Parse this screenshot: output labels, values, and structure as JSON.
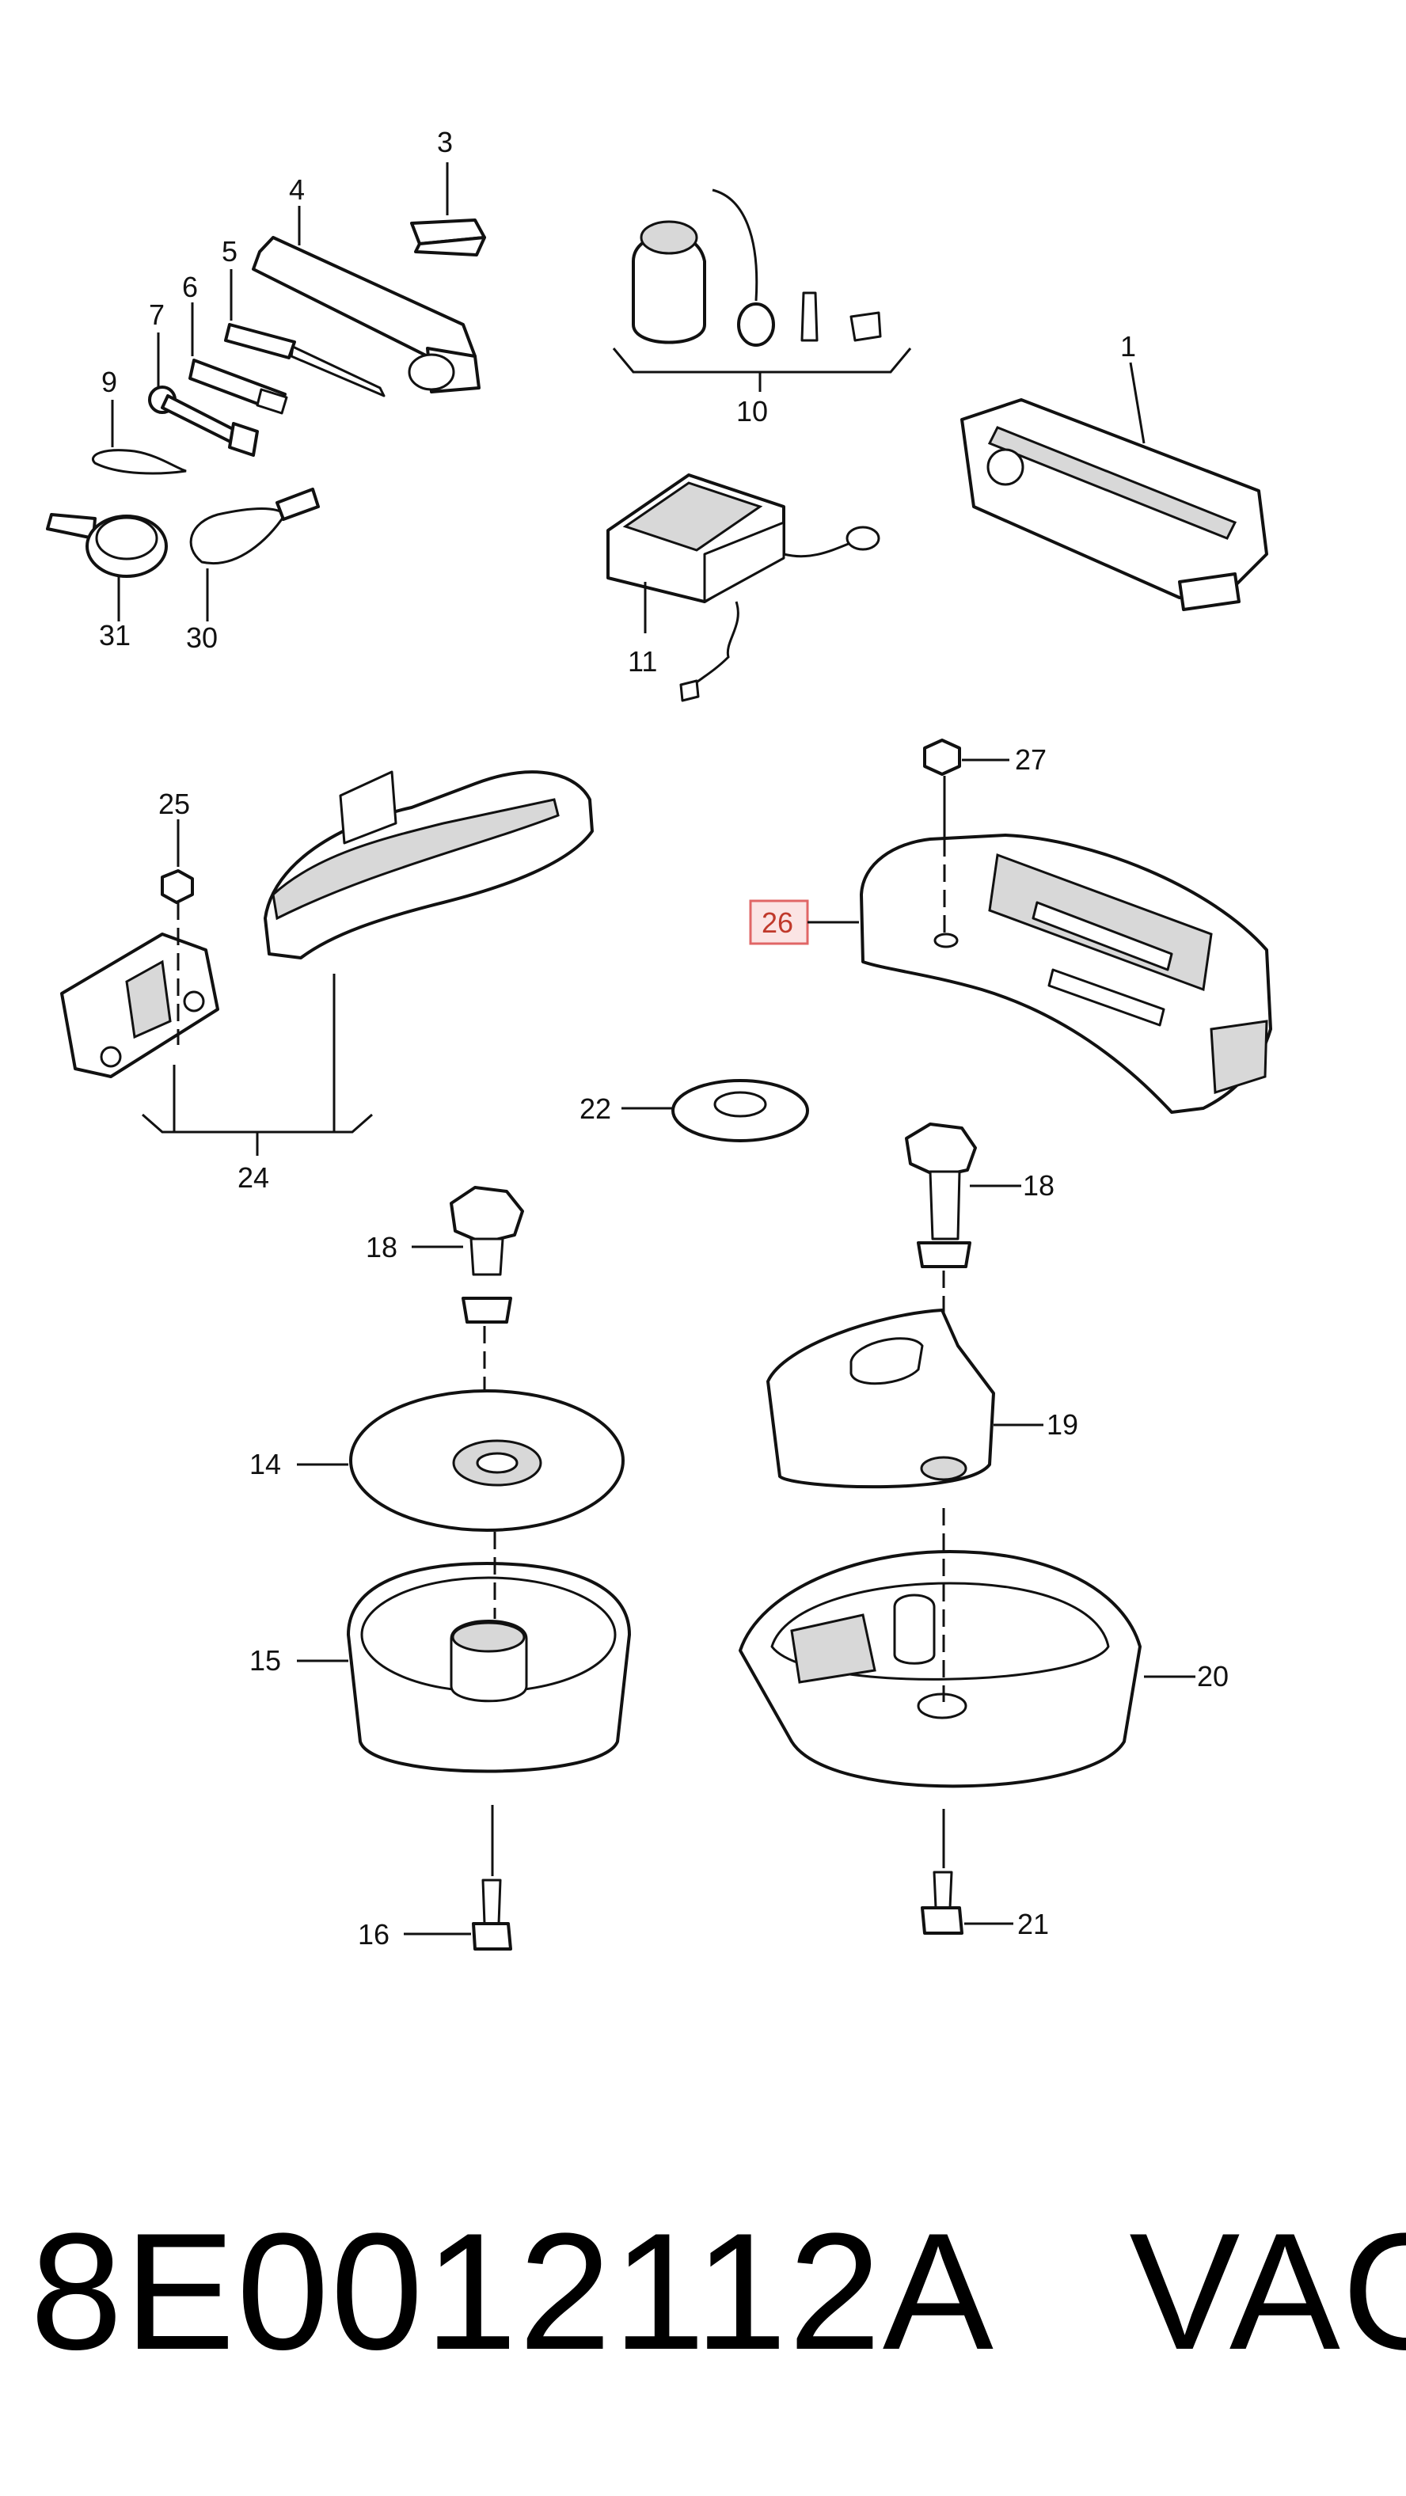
{
  "callouts": {
    "c1": "1",
    "c3": "3",
    "c4": "4",
    "c5": "5",
    "c6": "6",
    "c7": "7",
    "c9": "9",
    "c10": "10",
    "c11": "11",
    "c14": "14",
    "c15": "15",
    "c16": "16",
    "c18a": "18",
    "c18b": "18",
    "c19": "19",
    "c20": "20",
    "c21": "21",
    "c22": "22",
    "c24": "24",
    "c25": "25",
    "c26": "26",
    "c27": "27",
    "c30": "30",
    "c31": "31"
  },
  "highlight": {
    "part": "26",
    "color": "#e06666"
  },
  "footer": {
    "part_number": "8E0012112A",
    "brand": "VAG"
  }
}
